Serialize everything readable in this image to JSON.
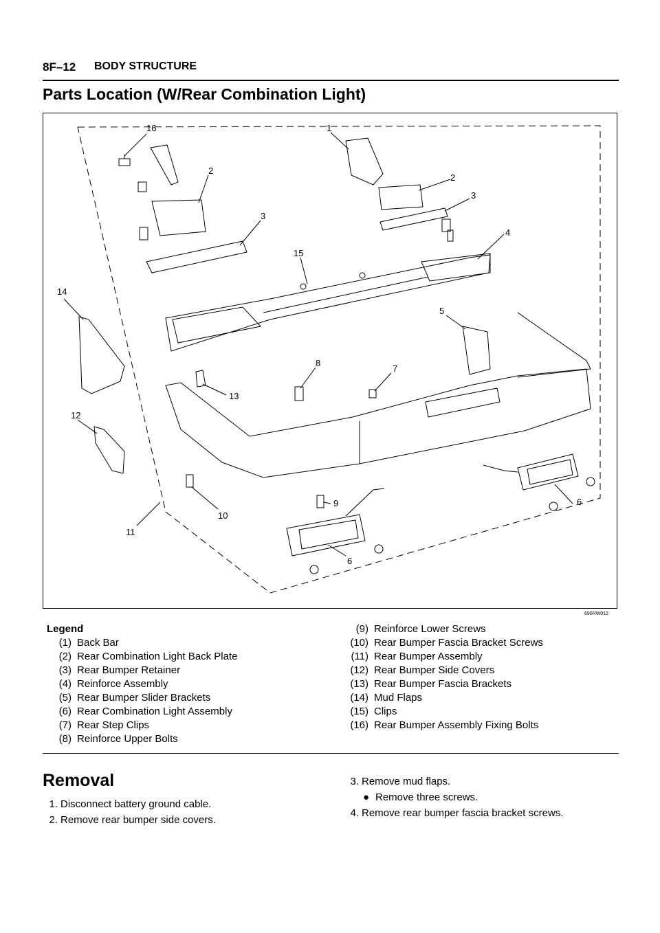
{
  "header": {
    "page_number": "8F–12",
    "section": "BODY STRUCTURE"
  },
  "title": "Parts Location (W/Rear Combination Light)",
  "figure": {
    "figure_id": "690RW012",
    "callouts": [
      "16",
      "1",
      "2",
      "2",
      "3",
      "3",
      "4",
      "15",
      "14",
      "5",
      "8",
      "7",
      "13",
      "12",
      "9",
      "6",
      "6",
      "10",
      "11"
    ]
  },
  "legend": {
    "heading": "Legend",
    "left": [
      {
        "num": "(1)",
        "label": "Back Bar"
      },
      {
        "num": "(2)",
        "label": "Rear Combination Light Back Plate"
      },
      {
        "num": "(3)",
        "label": "Rear Bumper Retainer"
      },
      {
        "num": "(4)",
        "label": "Reinforce Assembly"
      },
      {
        "num": "(5)",
        "label": "Rear Bumper Slider Brackets"
      },
      {
        "num": "(6)",
        "label": "Rear Combination Light Assembly"
      },
      {
        "num": "(7)",
        "label": "Rear Step Clips"
      },
      {
        "num": "(8)",
        "label": "Reinforce Upper Bolts"
      }
    ],
    "right": [
      {
        "num": "(9)",
        "label": "Reinforce Lower Screws"
      },
      {
        "num": "(10)",
        "label": "Rear Bumper Fascia Bracket Screws"
      },
      {
        "num": "(11)",
        "label": "Rear Bumper Assembly"
      },
      {
        "num": "(12)",
        "label": "Rear Bumper Side Covers"
      },
      {
        "num": "(13)",
        "label": "Rear Bumper Fascia Brackets"
      },
      {
        "num": "(14)",
        "label": "Mud Flaps"
      },
      {
        "num": "(15)",
        "label": "Clips"
      },
      {
        "num": "(16)",
        "label": "Rear Bumper Assembly Fixing Bolts"
      }
    ]
  },
  "removal": {
    "title": "Removal",
    "steps_left": [
      {
        "num": "1.",
        "text": "Disconnect battery ground cable."
      },
      {
        "num": "2.",
        "text": "Remove rear bumper side covers."
      }
    ],
    "step3": {
      "num": "3.",
      "text": "Remove mud flaps."
    },
    "step3_bullet": {
      "symbol": "●",
      "text": "Remove three screws."
    },
    "step4": {
      "num": "4.",
      "text": "Remove rear bumper fascia bracket screws."
    }
  }
}
